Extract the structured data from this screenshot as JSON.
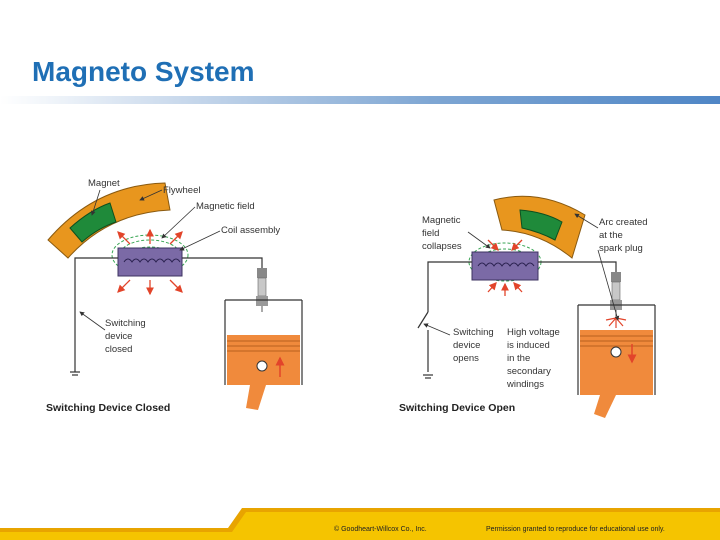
{
  "slide": {
    "title": "Magneto System"
  },
  "left_diagram": {
    "caption": "Switching Device Closed",
    "labels": {
      "magnet": "Magnet",
      "flywheel": "Flywheel",
      "magnetic_field": "Magnetic field",
      "coil_assembly": "Coil assembly",
      "switch_line1": "Switching",
      "switch_line2": "device",
      "switch_line3": "closed"
    }
  },
  "right_diagram": {
    "caption": "Switching Device Open",
    "labels": {
      "collapse_line1": "Magnetic",
      "collapse_line2": "field",
      "collapse_line3": "collapses",
      "arc_line1": "Arc created",
      "arc_line2": "at the",
      "arc_line3": "spark plug",
      "switch_line1": "Switching",
      "switch_line2": "device",
      "switch_line3": "opens",
      "hv_line1": "High voltage",
      "hv_line2": "is induced",
      "hv_line3": "in the",
      "hv_line4": "secondary",
      "hv_line5": "windings"
    }
  },
  "footer": {
    "copyright": "© Goodheart-Willcox Co., Inc.",
    "permission": "Permission granted to reproduce for educational use only."
  },
  "colors": {
    "title": "#1f6fb5",
    "flywheel": "#e8961e",
    "magnet": "#1f8a3a",
    "coil": "#7b6aa6",
    "piston": "#f08a3c",
    "field": "#3aa655",
    "arrow": "#e2442a",
    "footer_yellow": "#f5c400"
  }
}
